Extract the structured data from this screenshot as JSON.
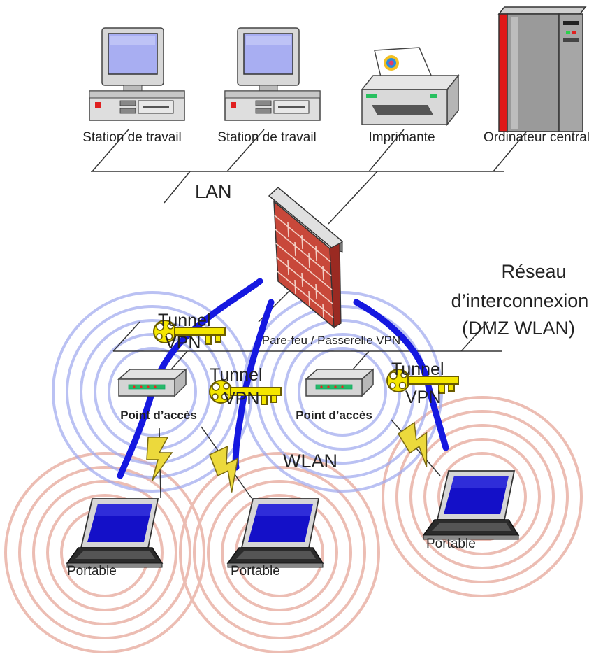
{
  "diagram": {
    "workstation_label": "Station de travail",
    "printer_label": "Imprimante",
    "mainframe_label": "Ordinateur central",
    "lan_label": "LAN",
    "dmz_title_line1": "Réseau",
    "dmz_title_line2": "d’interconnexion",
    "dmz_title_line3": "(DMZ WLAN)",
    "firewall_label": "Pare-feu / Passerelle VPN",
    "tunnel_label_line1": "Tunnel",
    "tunnel_label_line2": "VPN",
    "access_point_label": "Point d’accès",
    "wlan_label": "WLAN",
    "laptop_label": "Portable"
  },
  "colors": {
    "wave_blue": "#9ea8ef",
    "wave_red": "#e29a8c",
    "tunnel_blue": "#1518e0",
    "key_yellow": "#f4e600",
    "brick_red": "#c8483a",
    "lightning_yellow": "#ecd93c",
    "mainframe_red": "#e01818"
  },
  "icons": [
    "workstation-icon",
    "printer-icon",
    "mainframe-icon",
    "firewall-icon",
    "access-point-icon",
    "key-icon",
    "lightning-icon",
    "laptop-icon"
  ]
}
